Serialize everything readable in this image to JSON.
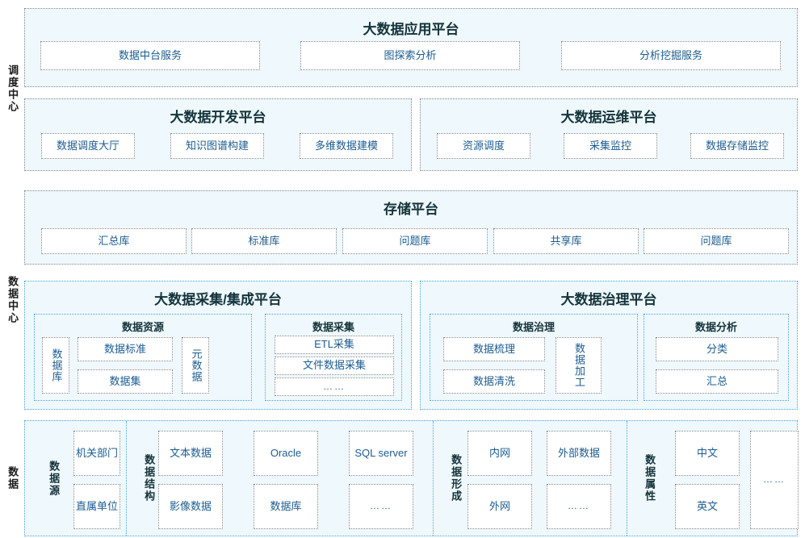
{
  "rails": [
    {
      "label": "调度中心"
    },
    {
      "label": "数据中心"
    },
    {
      "label": "数据"
    }
  ],
  "layers": {
    "application": {
      "title": "大数据应用平台",
      "items": [
        {
          "label": "数据中台服务"
        },
        {
          "label": "图探索分析"
        },
        {
          "label": "分析挖掘服务"
        }
      ]
    },
    "development": {
      "title": "大数据开发平台",
      "items": [
        {
          "label": "数据调度大厅"
        },
        {
          "label": "知识图谱构建"
        },
        {
          "label": "多维数据建模"
        }
      ]
    },
    "operations": {
      "title": "大数据运维平台",
      "items": [
        {
          "label": "资源调度"
        },
        {
          "label": "采集监控"
        },
        {
          "label": "数据存储监控"
        }
      ]
    },
    "storage": {
      "title": "存储平台",
      "items": [
        {
          "label": "汇总库"
        },
        {
          "label": "标准库"
        },
        {
          "label": "问题库"
        },
        {
          "label": "共享库"
        },
        {
          "label": "问题库"
        }
      ]
    },
    "collection": {
      "title": "大数据采集/集成平台",
      "groups": [
        {
          "title": "数据资源",
          "left_vertical": "数据库",
          "middle": [
            {
              "label": "数据标准"
            },
            {
              "label": "数据集"
            }
          ],
          "right_vertical": "元数据"
        },
        {
          "title": "数据采集",
          "items": [
            {
              "label": "ETL采集"
            },
            {
              "label": "文件数据采集"
            },
            {
              "label": "……"
            }
          ]
        }
      ]
    },
    "governance": {
      "title": "大数据治理平台",
      "groups": [
        {
          "title": "数据治理",
          "items": [
            {
              "label": "数据梳理"
            },
            {
              "label": "数据清洗"
            }
          ],
          "right_vertical": "数据加工"
        },
        {
          "title": "数据分析",
          "items": [
            {
              "label": "分类"
            },
            {
              "label": "汇总"
            }
          ]
        }
      ]
    },
    "data_sources": {
      "groups": [
        {
          "label": "数据源",
          "items": [
            {
              "label": "机关部门"
            },
            {
              "label": "直属单位"
            }
          ]
        },
        {
          "label": "数据结构",
          "items": [
            {
              "label": "文本数据"
            },
            {
              "label": "Oracle"
            },
            {
              "label": "SQL server"
            },
            {
              "label": "影像数据"
            },
            {
              "label": "数据库"
            },
            {
              "label": "……"
            }
          ]
        },
        {
          "label": "数据形成",
          "items": [
            {
              "label": "内网"
            },
            {
              "label": "外部数据"
            },
            {
              "label": "外网"
            },
            {
              "label": "……"
            }
          ]
        },
        {
          "label": "数据属性",
          "items": [
            {
              "label": "中文"
            },
            {
              "label": "英文"
            }
          ],
          "tall_item": {
            "label": "……"
          }
        }
      ]
    }
  },
  "colors": {
    "panel_fill": "#eff8fc",
    "panel_border_blue": "#49a6dd",
    "panel_border_grey": "#7f8c8d",
    "box_border": "#8a8a8a",
    "label_blue": "#1c5c91",
    "title_dark": "#13333a"
  }
}
